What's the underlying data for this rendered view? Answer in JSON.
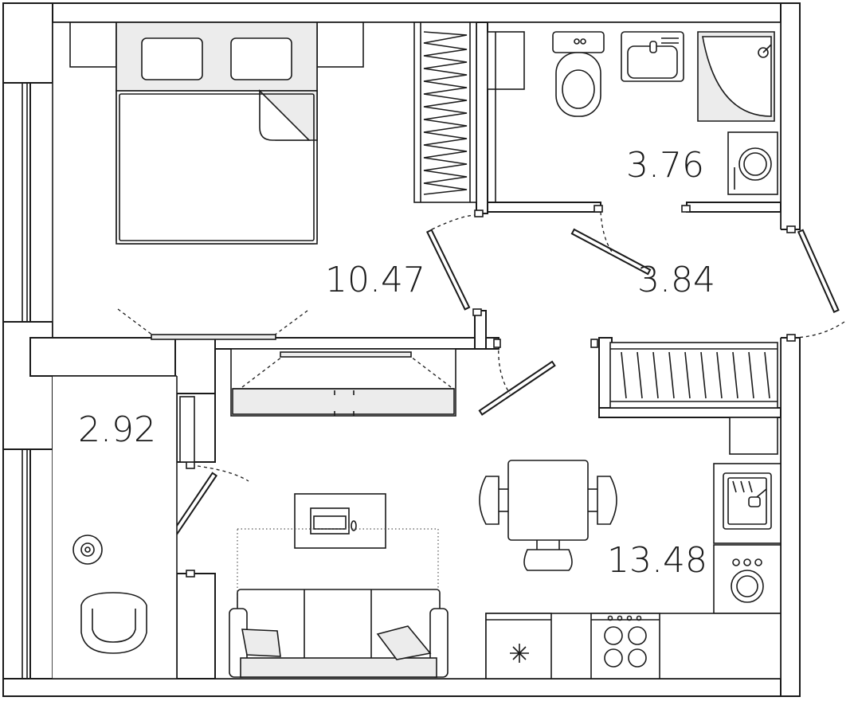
{
  "rooms": {
    "bedroom": {
      "area": "10.47"
    },
    "bathroom": {
      "area": "3.76"
    },
    "hallway": {
      "area": "3.84"
    },
    "loggia": {
      "area": "2.92"
    },
    "living_kitchen": {
      "area": "13.48"
    }
  },
  "colors": {
    "line": "#1a1a1a",
    "fill_grey": "#ececec",
    "background": "#ffffff"
  }
}
